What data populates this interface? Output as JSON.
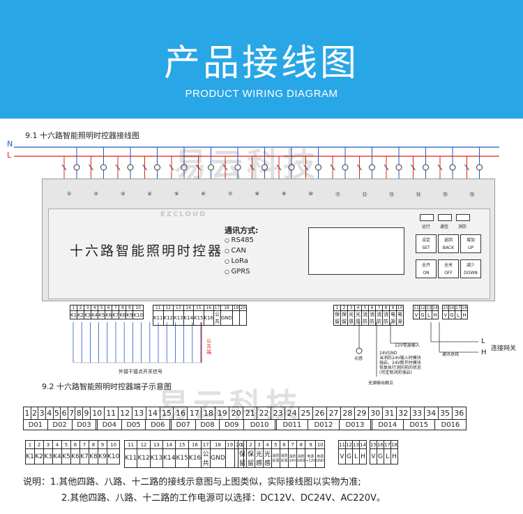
{
  "banner": {
    "title": "产品接线图",
    "subtitle": "PRODUCT WIRING DIAGRAM",
    "bg_color": "#29a6e6"
  },
  "section1": {
    "title": "9.1 十六路智能照明时控器接线图",
    "line_n": "N",
    "line_l": "L",
    "device_name": "十六路智能照明时控器",
    "comm_title": "通讯方式:",
    "comm_options": [
      "RS485",
      "CAN",
      "LoRa",
      "GPRS"
    ],
    "indicators": [
      "运行",
      "通信",
      "消防"
    ],
    "buttons": [
      {
        "cn": "设定",
        "en": "SET"
      },
      {
        "cn": "返回",
        "en": "BACK"
      },
      {
        "cn": "增加",
        "en": "UP"
      },
      {
        "cn": "全开",
        "en": "ON"
      },
      {
        "cn": "全关",
        "en": "OFF"
      },
      {
        "cn": "减少",
        "en": "DOWN"
      }
    ],
    "relay_numbers": [
      "①",
      "②",
      "③",
      "④",
      "⑤",
      "⑥",
      "⑦",
      "⑧",
      "⑨",
      "⑩",
      "⑪",
      "⑫",
      "⑬",
      "⑭",
      "⑮",
      "⑯"
    ],
    "terminal_left_numbers": [
      "1",
      "2",
      "3",
      "4",
      "5",
      "6",
      "7",
      "8",
      "9",
      "10",
      "11",
      "12",
      "13",
      "14",
      "15",
      "16",
      "17",
      "18",
      "19",
      "20"
    ],
    "terminal_left_labels": [
      "K1",
      "K2",
      "K3",
      "K4",
      "K5",
      "K6",
      "K7",
      "K8",
      "K9",
      "K10",
      "K11",
      "K12",
      "K13",
      "K14",
      "K15",
      "K16",
      "公共",
      "GND",
      "",
      ""
    ],
    "public_label": "公共端",
    "switch_signal_label": "外接干接点开关信号",
    "sensor_label": "光感",
    "power_label": "12V电源输入",
    "fire_note": [
      "24VGND",
      "当消防24V输入时模块",
      "强启，24V断开时模块",
      "恢复执行消防前的状态",
      "(可定制消防强启)"
    ],
    "comm_bus_label": "通讯总线",
    "relay_out_label": "无源输出触点",
    "gateway_label": "连接网关",
    "gateway_l": "L",
    "gateway_h": "H"
  },
  "section2": {
    "title": "9.2 十六路智能照明时控器端子示意图",
    "top_numbers": [
      "1",
      "2",
      "3",
      "4",
      "5",
      "6",
      "7",
      "8",
      "9",
      "10",
      "11",
      "12",
      "13",
      "14",
      "15",
      "16",
      "17",
      "18",
      "19",
      "20",
      "21",
      "22",
      "23",
      "24",
      "25",
      "26",
      "27",
      "28",
      "29",
      "30",
      "31",
      "32",
      "33",
      "34",
      "35",
      "36"
    ],
    "top_outputs": [
      "D01",
      "D02",
      "D03",
      "D04",
      "D05",
      "D06",
      "D07",
      "D08",
      "D09",
      "D010",
      "D011",
      "D012",
      "D013",
      "D014",
      "D015",
      "D016"
    ],
    "block_a_numbers": [
      "1",
      "2",
      "3",
      "4",
      "5",
      "6",
      "7",
      "8",
      "9",
      "10"
    ],
    "block_a_labels": [
      "K1",
      "K2",
      "K3",
      "K4",
      "K5",
      "K6",
      "K7",
      "K8",
      "K9",
      "K10"
    ],
    "block_b_numbers": [
      "11",
      "12",
      "13",
      "14",
      "15",
      "16",
      "17",
      "18",
      "19",
      "20"
    ],
    "block_b_labels": [
      "K11",
      "K12",
      "K13",
      "K14",
      "K15",
      "K16",
      "公共",
      "GND",
      "",
      ""
    ],
    "block_c_numbers": [
      "1",
      "2",
      "3",
      "4",
      "5",
      "6",
      "7",
      "8",
      "9",
      "10"
    ],
    "block_c_labels": [
      "保留",
      "保留",
      "光感",
      "光感",
      "消防反馈",
      "消防反馈",
      "消防24V",
      "消防GND",
      "电源+12V",
      "电源GND"
    ],
    "block_d_numbers": [
      "11",
      "12",
      "13",
      "14"
    ],
    "block_d_labels": [
      "V",
      "G",
      "L",
      "H"
    ],
    "block_e_numbers": [
      "15",
      "16",
      "17",
      "18"
    ],
    "block_e_labels": [
      "V",
      "G",
      "L",
      "H"
    ]
  },
  "notes": {
    "prefix": "说明：",
    "line1": "1.其他四路、八路、十二路的接线示意图与上图类似，实际接线图以实物为准;",
    "line2": "2.其他四路、八路、十二路的工作电源可以选择：DC12V、DC24V、AC220V。"
  },
  "watermark": {
    "text": "易云科技",
    "sub": "EZCLOUD"
  },
  "colors": {
    "n_line": "#2255cc",
    "l_line": "#e02020",
    "switch_wire": "#2255cc",
    "public_wire": "#e02020"
  }
}
